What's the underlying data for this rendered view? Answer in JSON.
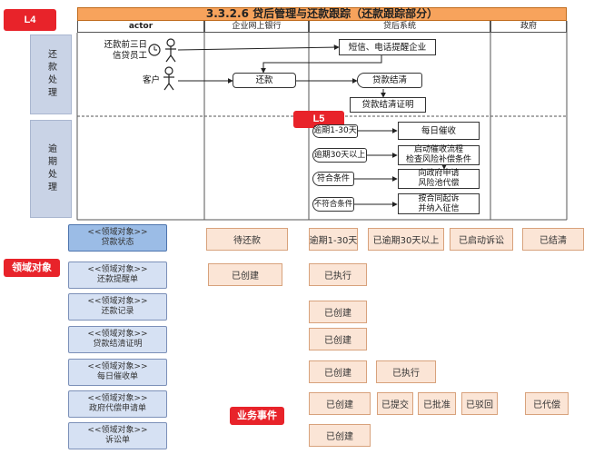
{
  "diagram": {
    "title": "3.3.2.6 贷后管理与还款跟踪（还款跟踪部分）",
    "lanes": [
      "actor",
      "企业网上银行",
      "贷后系统",
      "政府"
    ],
    "phases": {
      "repayment": "还款处理",
      "overdue": "逾期处理"
    },
    "actors": {
      "staff": "还款前三日\n信贷员工",
      "customer": "客户"
    },
    "repay_nodes": {
      "remind": "短信、电话提醒企业",
      "repay": "还款",
      "settle": "贷款结清",
      "certificate": "贷款结清证明"
    },
    "overdue_nodes": {
      "c1": "逾期1-30天",
      "a1": "每日催收",
      "c2": "逾期30天以上",
      "a2": "启动催收流程\n检查风险补偿条件",
      "c3": "符合条件",
      "a3": "向政府申请\n风险池代偿",
      "c4": "不符合条件",
      "a4": "按合同起诉\n并纳入征信"
    },
    "callouts": {
      "l4": "L4",
      "l5": "L5",
      "domain": "领域对象",
      "event": "业务事件"
    }
  },
  "domain_objects": {
    "stereotype": "<<领域对象>>",
    "rows": [
      {
        "name": "贷款状态",
        "states": [
          "待还款",
          "逾期1-30天",
          "已逾期30天以上",
          "已启动诉讼",
          "已结清"
        ]
      },
      {
        "name": "还款提醒单",
        "states": [
          "已创建",
          "已执行"
        ]
      },
      {
        "name": "还款记录",
        "states": [
          "已创建"
        ]
      },
      {
        "name": "贷款结清证明",
        "states": [
          "已创建"
        ]
      },
      {
        "name": "每日催收单",
        "states": [
          "已创建",
          "已执行"
        ]
      },
      {
        "name": "政府代偿申请单",
        "states": [
          "已创建",
          "已提交",
          "已批准",
          "已驳回",
          "已代偿"
        ]
      },
      {
        "name": "诉讼单",
        "states": [
          "已创建"
        ]
      }
    ]
  }
}
